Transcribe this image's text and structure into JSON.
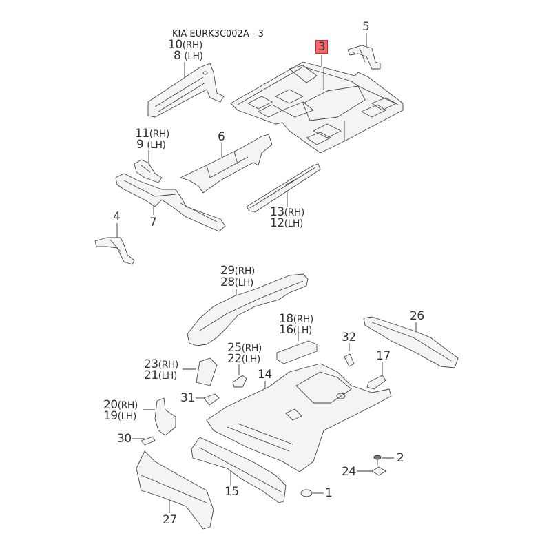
{
  "title": "KIA EURK3C002A - 3",
  "highlight_color": "#f46a6f",
  "highlighted_part": "3",
  "callouts": [
    {
      "id": "c10",
      "lines": [
        "10",
        "(RH)"
      ]
    },
    {
      "id": "c8",
      "lines": [
        "8",
        "(LH)"
      ]
    },
    {
      "id": "c3",
      "lines": [
        "3"
      ]
    },
    {
      "id": "c5",
      "lines": [
        "5"
      ]
    },
    {
      "id": "c11",
      "lines": [
        "11",
        "(RH)"
      ]
    },
    {
      "id": "c9",
      "lines": [
        "9",
        "(LH)"
      ]
    },
    {
      "id": "c6",
      "lines": [
        "6"
      ]
    },
    {
      "id": "c13",
      "lines": [
        "13",
        "(RH)"
      ]
    },
    {
      "id": "c12",
      "lines": [
        "12",
        "(LH)"
      ]
    },
    {
      "id": "c7",
      "lines": [
        "7"
      ]
    },
    {
      "id": "c4",
      "lines": [
        "4"
      ]
    },
    {
      "id": "c29",
      "lines": [
        "29",
        "(RH)"
      ]
    },
    {
      "id": "c28",
      "lines": [
        "28",
        "(LH)"
      ]
    },
    {
      "id": "c18",
      "lines": [
        "18",
        "(RH)"
      ]
    },
    {
      "id": "c16",
      "lines": [
        "16",
        "(LH)"
      ]
    },
    {
      "id": "c26",
      "lines": [
        "26"
      ]
    },
    {
      "id": "c32",
      "lines": [
        "32"
      ]
    },
    {
      "id": "c25",
      "lines": [
        "25",
        "(RH)"
      ]
    },
    {
      "id": "c22",
      "lines": [
        "22",
        "(LH)"
      ]
    },
    {
      "id": "c23",
      "lines": [
        "23",
        "(RH)"
      ]
    },
    {
      "id": "c21",
      "lines": [
        "21",
        "(LH)"
      ]
    },
    {
      "id": "c17",
      "lines": [
        "17"
      ]
    },
    {
      "id": "c14",
      "lines": [
        "14"
      ]
    },
    {
      "id": "c31",
      "lines": [
        "31"
      ]
    },
    {
      "id": "c20",
      "lines": [
        "20",
        "(RH)"
      ]
    },
    {
      "id": "c19",
      "lines": [
        "19",
        "(LH)"
      ]
    },
    {
      "id": "c30",
      "lines": [
        "30"
      ]
    },
    {
      "id": "c2",
      "lines": [
        "2"
      ]
    },
    {
      "id": "c24",
      "lines": [
        "24"
      ]
    },
    {
      "id": "c15",
      "lines": [
        "15"
      ]
    },
    {
      "id": "c1",
      "lines": [
        "1"
      ]
    },
    {
      "id": "c27",
      "lines": [
        "27"
      ]
    }
  ]
}
